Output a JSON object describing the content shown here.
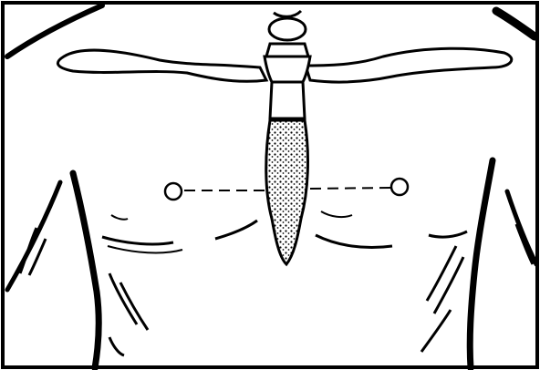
{
  "figure": {
    "subject": "torso-anatomy-line-drawing",
    "stroke_color": "#000000",
    "background_color": "#ffffff",
    "stipple_color": "#000000",
    "parts": {
      "clavicles": "clavicle-shape",
      "sternum": "sternum-shape",
      "nipples": "nipple-marker",
      "guide_line": "dashed-line",
      "torso": "torso-outline"
    }
  }
}
